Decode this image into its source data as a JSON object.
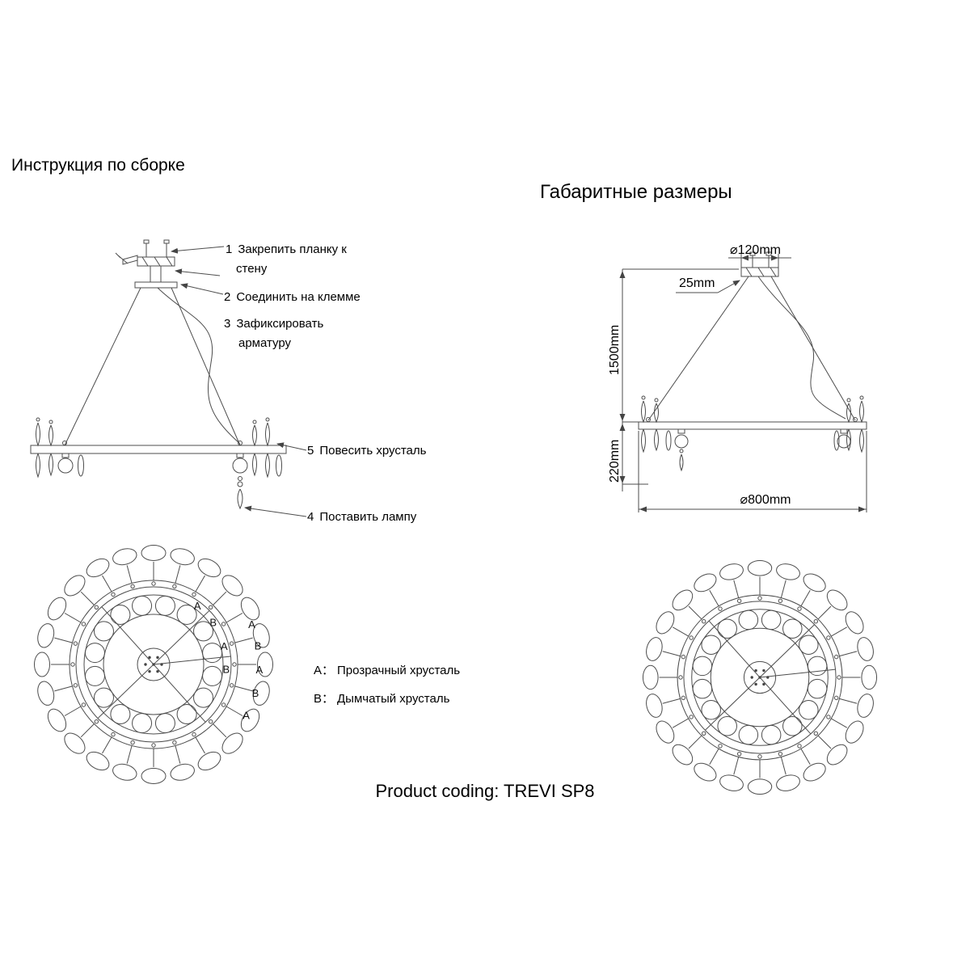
{
  "titles": {
    "assembly": "Инструкция по сборке",
    "dimensions": "Габаритные размеры"
  },
  "product": {
    "label": "Product coding: TREVI SP8"
  },
  "assembly": {
    "steps": [
      {
        "num": "1",
        "line1": "Закрепить планку к",
        "line2": "стену"
      },
      {
        "num": "2",
        "line1": "Соединить на клемме",
        "line2": ""
      },
      {
        "num": "3",
        "line1": "Зафиксировать",
        "line2": "арматуру"
      },
      {
        "num": "5",
        "line1": "Повесить хрусталь",
        "line2": ""
      },
      {
        "num": "4",
        "line1": "Поставить лампу",
        "line2": ""
      }
    ]
  },
  "dims": {
    "canopy_diameter": "⌀120mm",
    "canopy_offset": "25mm",
    "suspension_height": "1500mm",
    "body_height": "220mm",
    "body_diameter": "⌀800mm"
  },
  "legend": {
    "items": [
      {
        "key": "A：",
        "label": "Прозрачный хрусталь"
      },
      {
        "key": "B：",
        "label": "Дымчатый хрусталь"
      }
    ]
  },
  "rosette_labels": {
    "inner": [
      "A",
      "B",
      "A",
      "B"
    ],
    "outer": [
      "A",
      "B",
      "A",
      "B",
      "A"
    ]
  },
  "colors": {
    "line": "#4d4d4d",
    "text": "#000000",
    "background": "#ffffff"
  }
}
